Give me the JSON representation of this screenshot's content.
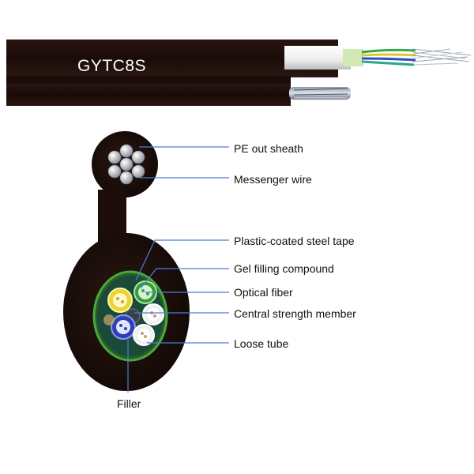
{
  "product": {
    "model": "GYTC8S"
  },
  "callouts": {
    "pe_out_sheath": "PE out sheath",
    "messenger_wire": "Messenger wire",
    "steel_tape": "Plastic-coated steel tape",
    "gel_filling": "Gel filling compound",
    "optical_fiber": "Optical fiber",
    "strength_member": "Central strength member",
    "loose_tube": "Loose tube",
    "filler": "Filler"
  },
  "colors": {
    "sheath": "#1e0f0b",
    "leader_line": "#4a7fd6",
    "text": "#111111",
    "tube_blue": "#2d3fb5",
    "tube_yellow": "#e8d23a",
    "tube_green": "#36a845",
    "tube_white": "#f2f2f2"
  }
}
